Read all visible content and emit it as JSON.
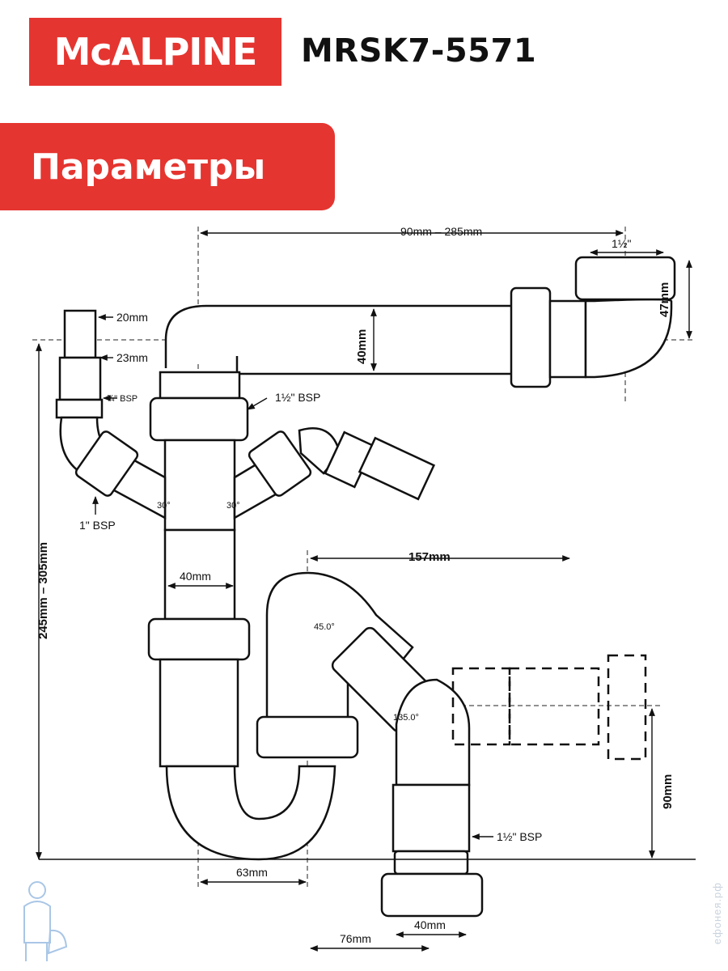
{
  "brand": {
    "logo_text": "McALPINE",
    "model": "MRSK7-5571",
    "accent_color": "#e53530"
  },
  "banner": {
    "title": "Параметры"
  },
  "dimensions": {
    "top_span": "90mm – 285mm",
    "outlet_thread": "1½\"",
    "outlet_height": "47mm",
    "pipe_gap": "40mm",
    "spigot_20": "20mm",
    "spigot_23": "23mm",
    "bsp_34": "¾\" BSP",
    "bsp_112_top": "1½\" BSP",
    "bsp_1": "1\" BSP",
    "angle_left": "30°",
    "angle_right": "30°",
    "total_height": "245mm – 305mm",
    "tube_width": "40mm",
    "trap_span": "157mm",
    "angle_45": "45.0°",
    "angle_135": "135.0°",
    "right_height": "90mm",
    "bsp_112_bottom": "1½\" BSP",
    "offset_63": "63mm",
    "offset_76": "76mm",
    "bottom_width": "40mm"
  },
  "watermark": "ефонея.рф"
}
